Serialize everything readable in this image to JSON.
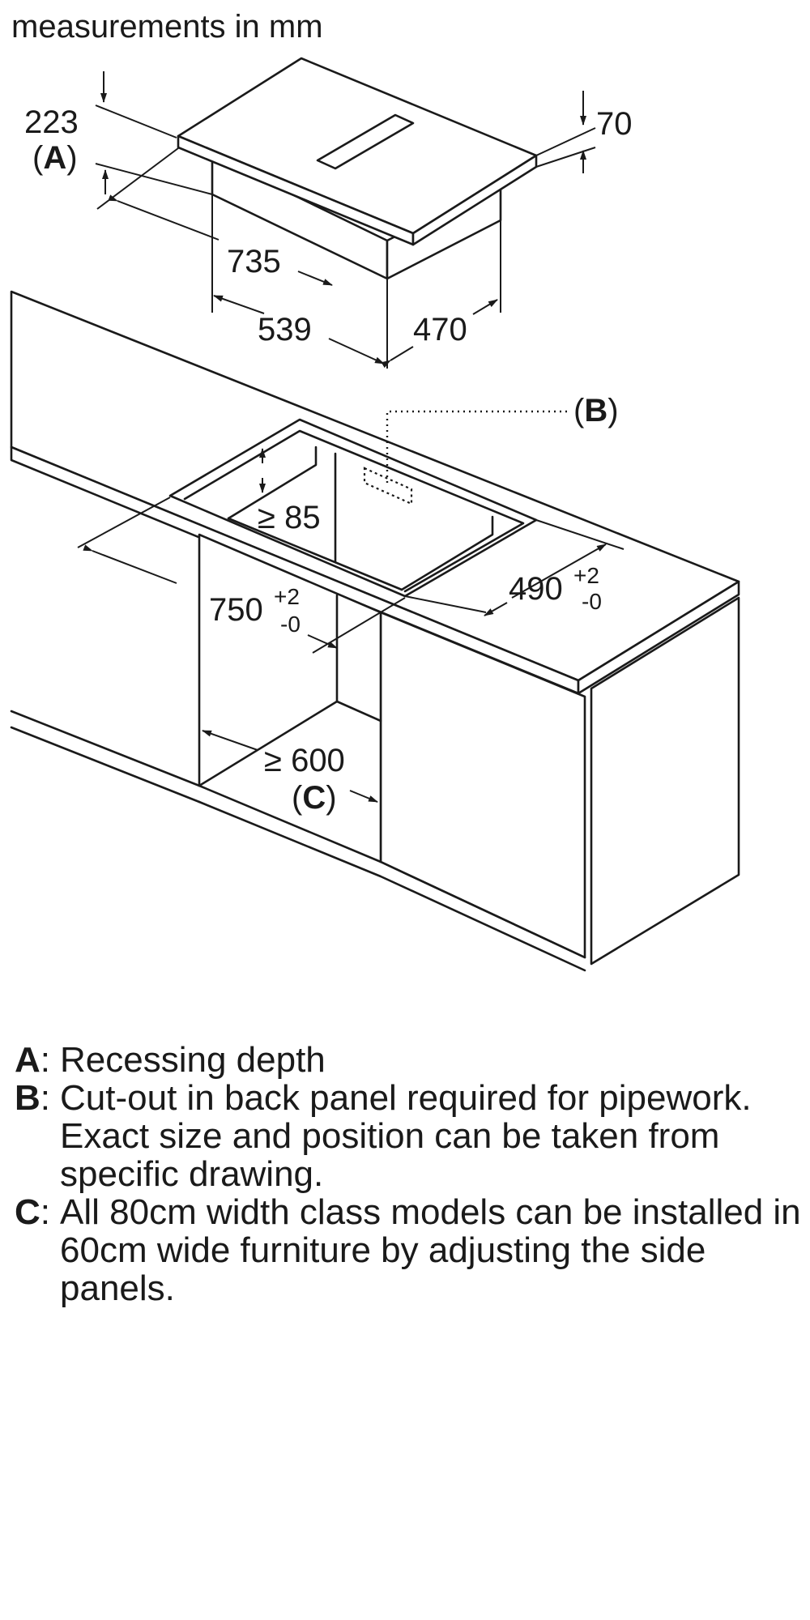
{
  "header": {
    "units_label": "measurements in mm"
  },
  "dimensions": {
    "hob_height": "223",
    "recess_marker": "(A)",
    "glass_thickness": "70",
    "hob_width": "735",
    "hob_body_width": "539",
    "hob_depth": "470",
    "pipework_marker": "(B)",
    "min_clearance": "≥ 85",
    "cutout_depth": "490",
    "cutout_depth_tol_plus": "+2",
    "cutout_depth_tol_minus": "-0",
    "cutout_width": "750",
    "cutout_width_tol_plus": "+2",
    "cutout_width_tol_minus": "-0",
    "cabinet_width": "≥ 600",
    "furniture_marker": "(C)"
  },
  "notes": [
    {
      "key": "A",
      "text": "Recessing depth"
    },
    {
      "key": "B",
      "text": "Cut-out in back panel required for pipework. Exact size and position can be taken from specific drawing."
    },
    {
      "key": "C",
      "text": "All 80cm width class models can be installed in 60cm wide furniture by adjusting the side panels."
    }
  ]
}
